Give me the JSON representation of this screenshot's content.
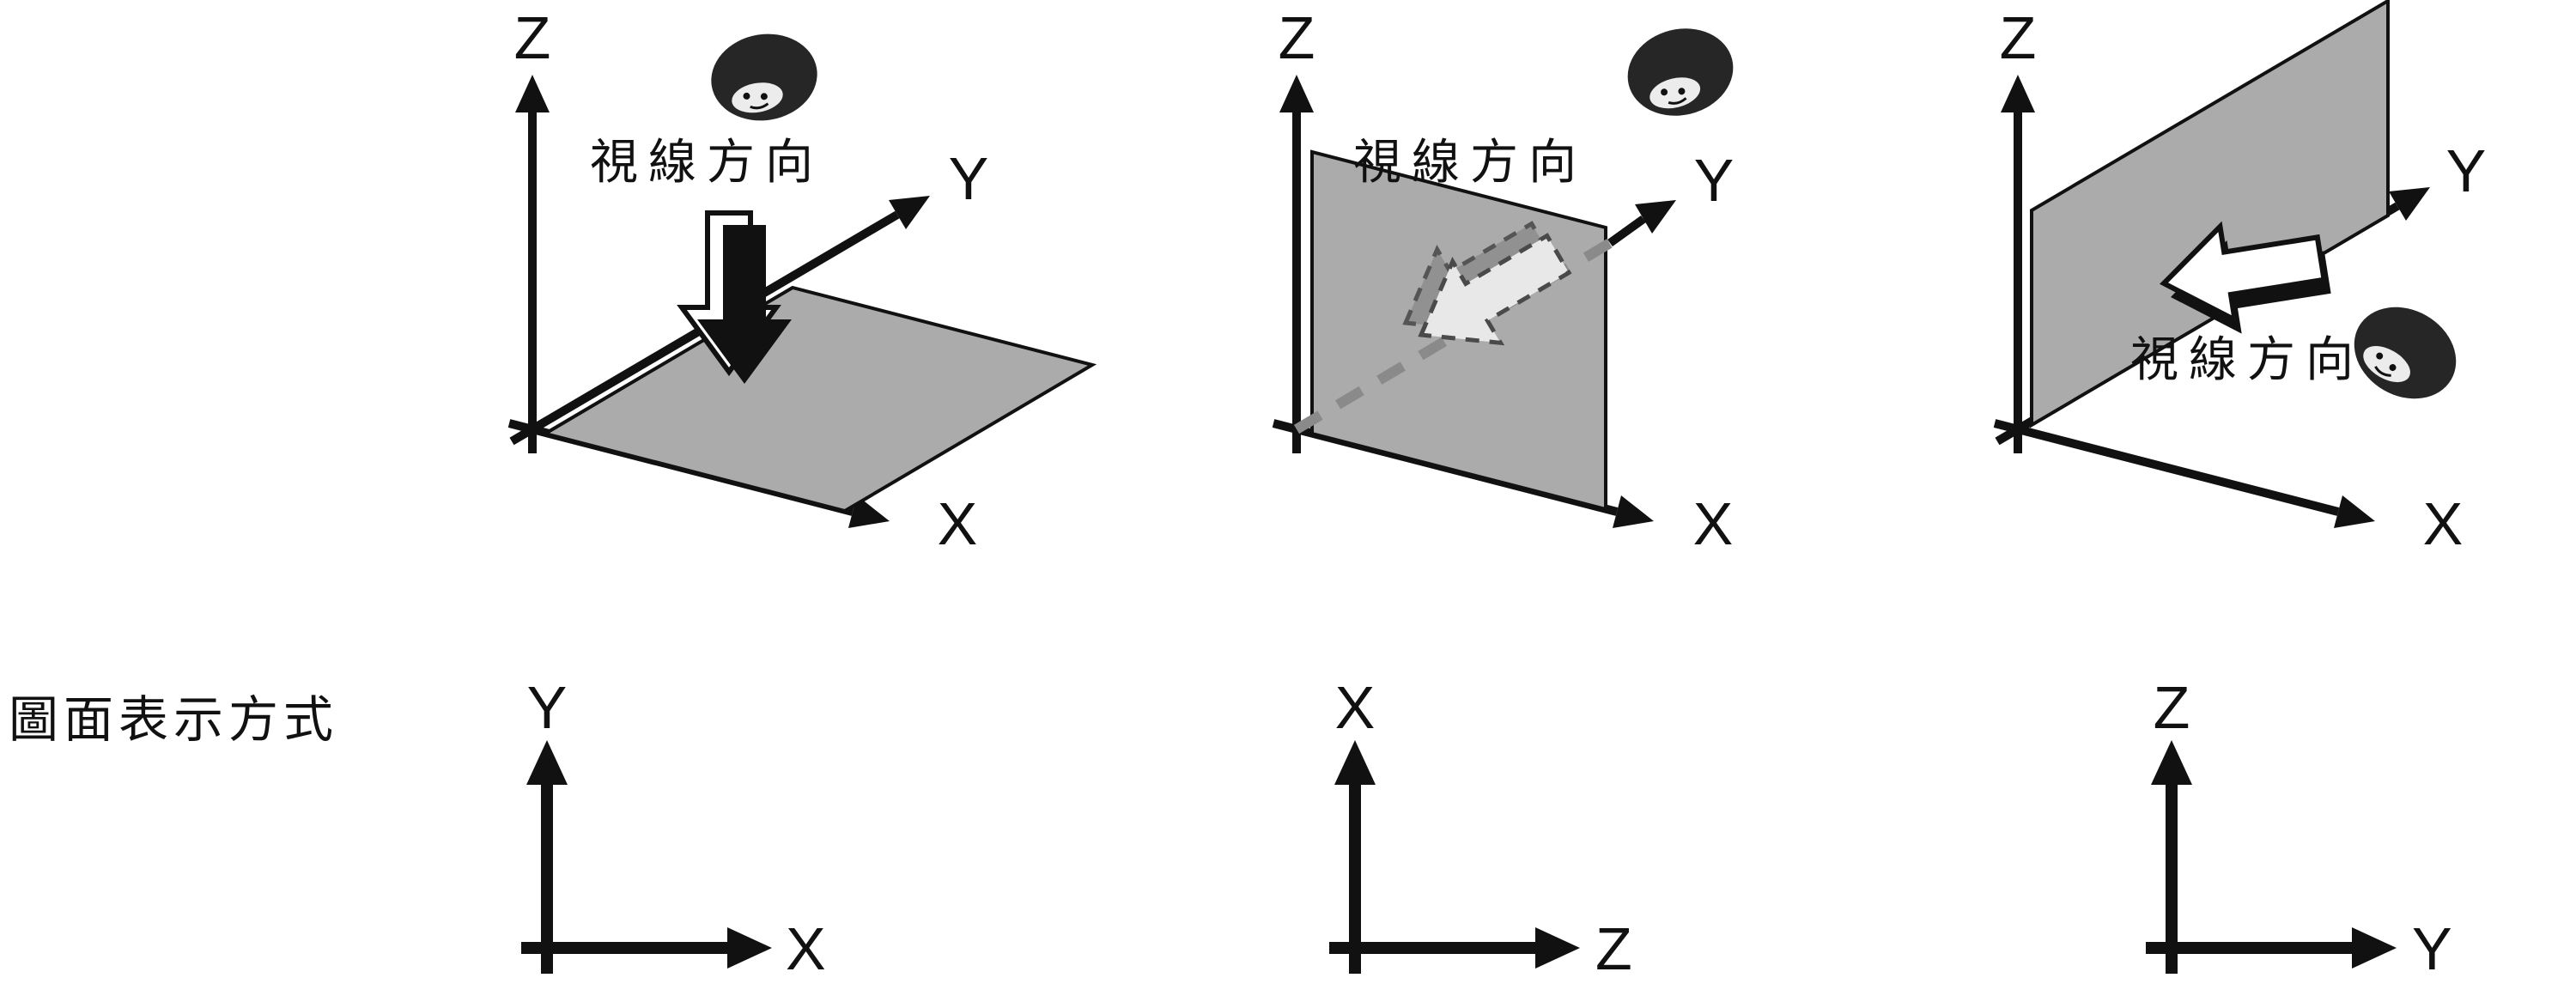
{
  "caption": {
    "drawing_representation": "圖面表示方式"
  },
  "colors": {
    "line": "#111111",
    "plane_fill": "#ababab",
    "hidden_axis_gray": "#8a8a8a",
    "view_arrow_light": "#e8e8e8",
    "view_arrow_back": "#919191",
    "face_dark": "#262626"
  },
  "diagrams": [
    {
      "view_label": "視線方向",
      "plane": "XY",
      "axes3d": {
        "up": "Z",
        "depth": "Y",
        "right": "X"
      },
      "axes2d": {
        "up": "Y",
        "right": "X"
      }
    },
    {
      "view_label": "視線方向",
      "plane": "XZ",
      "axes3d": {
        "up": "Z",
        "depth": "Y",
        "right": "X"
      },
      "axes2d": {
        "up": "X",
        "right": "Z"
      }
    },
    {
      "view_label": "視線方向",
      "plane": "YZ",
      "axes3d": {
        "up": "Z",
        "depth": "Y",
        "right": "X"
      },
      "axes2d": {
        "up": "Z",
        "right": "Y"
      }
    }
  ]
}
